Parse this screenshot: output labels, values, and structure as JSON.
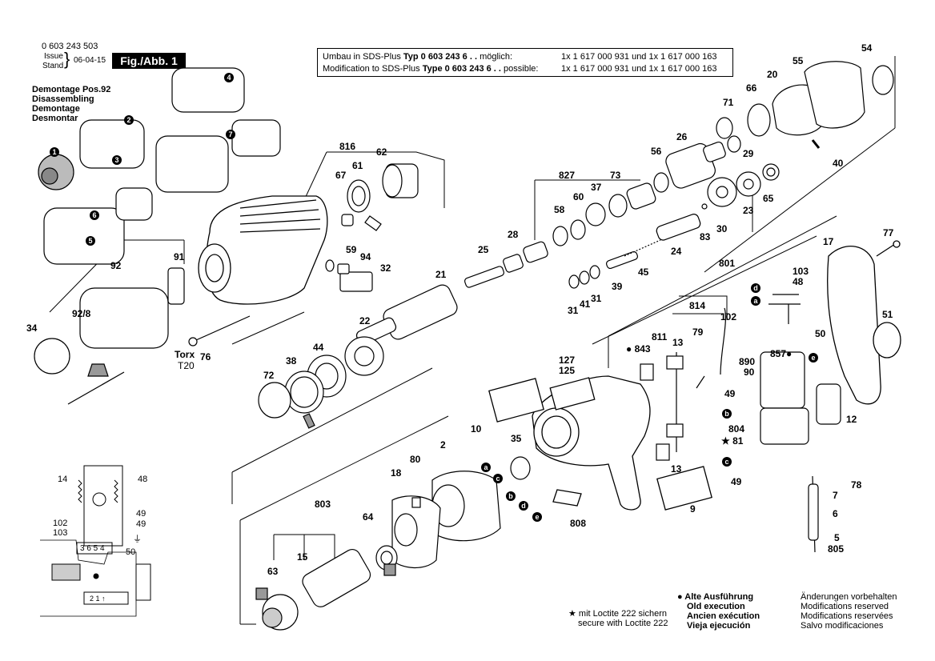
{
  "header": {
    "part_number": "0 603 243 503",
    "issue_label": "Issue",
    "stand_label": "Stand",
    "date": "06-04-15",
    "figure": "Fig./Abb. 1"
  },
  "disassembly": {
    "title": "Demontage Pos.92",
    "lines": [
      "Disassembling",
      "Demontage",
      "Desmontar"
    ],
    "steps": [
      "1",
      "2",
      "3",
      "4",
      "5",
      "6",
      "7"
    ]
  },
  "modification": {
    "row1_prefix": "Umbau in SDS-Plus ",
    "row1_type": "Typ 0 603 243 6 . .",
    "row1_suffix": " möglich:",
    "row1_parts": "1x 1 617 000 931 und 1x 1 617 000 163",
    "row2_prefix": "Modification to SDS-Plus ",
    "row2_type": "Type 0 603 243 6 . .",
    "row2_suffix": " possible:",
    "row2_parts": "1x 1 617 000 931 und 1x 1 617 000 163"
  },
  "torx": {
    "label": "Torx",
    "size": "T20"
  },
  "footer": {
    "loctite_de": "★ mit Loctite 222 sichern",
    "loctite_en": "secure with Loctite 222",
    "old": [
      "● Alte Ausführung",
      "Old execution",
      "Ancien exécution",
      "Vieja ejecución"
    ],
    "changes": [
      "Änderungen vorbehalten",
      "Modifications reserved",
      "Modifications reservées",
      "Salvo modificaciones"
    ]
  },
  "wiring": {
    "terminals": "3 6 5 4",
    "bottom": "2 1 ↑",
    "labels": [
      "14",
      "48",
      "49",
      "49",
      "102",
      "103",
      "50"
    ]
  },
  "parts": {
    "p54": "54",
    "p55": "55",
    "p20": "20",
    "p66": "66",
    "p71": "71",
    "p26": "26",
    "p29": "29",
    "p56": "56",
    "p40": "40",
    "p65": "65",
    "p23": "23",
    "p30": "30",
    "p83": "83",
    "p827": "827",
    "p73": "73",
    "p37": "37",
    "p60": "60",
    "p58": "58",
    "p24": "24",
    "p45": "45",
    "p39": "39",
    "p31a": "31",
    "p41": "41",
    "p31b": "31",
    "p28": "28",
    "p25": "25",
    "p21": "21",
    "p816": "816",
    "p67": "67",
    "p61": "61",
    "p62": "62",
    "p59": "59",
    "p94": "94",
    "p32": "32",
    "p92": "92",
    "p91": "91",
    "p928": "92/8",
    "p34": "34",
    "p76": "76",
    "p22": "22",
    "p44": "44",
    "p38": "38",
    "p72": "72",
    "p17": "17",
    "p77": "77",
    "p801": "801",
    "p103": "103",
    "p48": "48",
    "p814": "814",
    "p79": "79",
    "p13a": "13",
    "p102": "102",
    "p811": "811",
    "p843": "● 843",
    "p51": "51",
    "p50": "50",
    "p890": "890",
    "p90": "90",
    "p857": "857●",
    "p127": "127",
    "p125": "125",
    "p10": "10",
    "p49a": "49",
    "p804": "804",
    "p12": "12",
    "p81": "★ 81",
    "p13b": "13",
    "p35": "35",
    "p80": "80",
    "p2": "2",
    "p18": "18",
    "p803": "803",
    "p64": "64",
    "p15": "15",
    "p63": "63",
    "p808": "808",
    "p9": "9",
    "p49b": "49",
    "p7": "7",
    "p78": "78",
    "p6": "6",
    "p5": "5",
    "p805": "805"
  },
  "markers": [
    "a",
    "b",
    "c",
    "d",
    "e"
  ]
}
